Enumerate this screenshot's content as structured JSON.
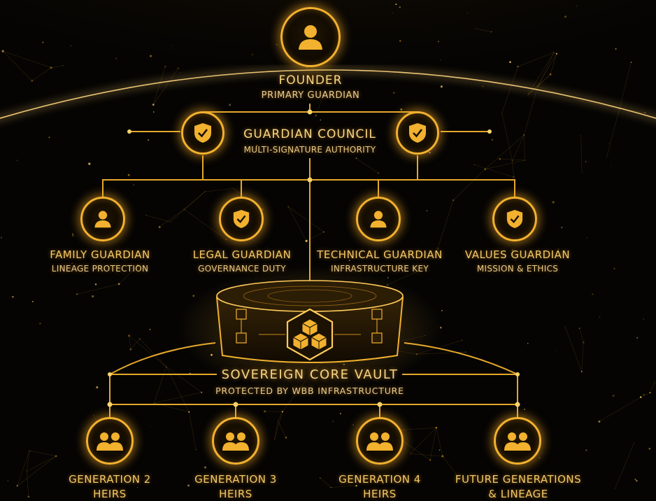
{
  "founder": {
    "title": "FOUNDER",
    "subtitle": "PRIMARY GUARDIAN",
    "icon": "person-icon"
  },
  "council": {
    "title": "GUARDIAN COUNCIL",
    "subtitle": "MULTI-SIGNATURE AUTHORITY",
    "icon": "shield-check-icon"
  },
  "guardians": [
    {
      "title": "FAMILY GUARDIAN",
      "subtitle": "LINEAGE PROTECTION",
      "icon": "person-icon"
    },
    {
      "title": "LEGAL GUARDIAN",
      "subtitle": "GOVERNANCE DUTY",
      "icon": "shield-check-icon"
    },
    {
      "title": "TECHNICAL GUARDIAN",
      "subtitle": "INFRASTRUCTURE KEY",
      "icon": "person-icon"
    },
    {
      "title": "VALUES GUARDIAN",
      "subtitle": "MISSION & ETHICS",
      "icon": "shield-check-icon"
    }
  ],
  "vault": {
    "title": "SOVEREIGN CORE VAULT",
    "subtitle": "PROTECTED BY WBB INFRASTRUCTURE",
    "icon": "cube-cluster-icon"
  },
  "heirs": [
    {
      "title": "GENERATION 2",
      "subtitle": "HEIRS",
      "icon": "group-icon"
    },
    {
      "title": "GENERATION 3",
      "subtitle": "HEIRS",
      "icon": "group-icon"
    },
    {
      "title": "GENERATION 4",
      "subtitle": "HEIRS",
      "icon": "group-icon"
    },
    {
      "title": "FUTURE GENERATIONS",
      "subtitle": "& LINEAGE",
      "icon": "group-icon"
    }
  ],
  "colors": {
    "gold": "#f2b12e",
    "text": "#f3c868",
    "background": "#050403"
  }
}
